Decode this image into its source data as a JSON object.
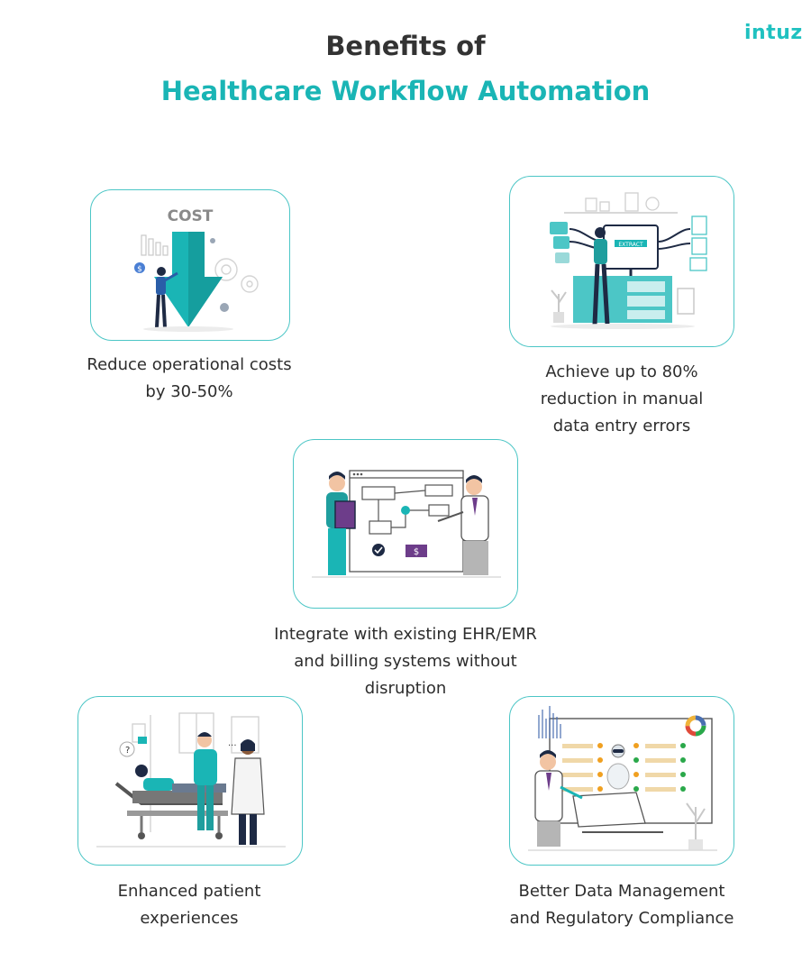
{
  "brand": {
    "logo_text": "intuz"
  },
  "header": {
    "line1": "Benefits of",
    "line2": "Healthcare Workflow Automation"
  },
  "benefits": [
    {
      "illustration": {
        "label": "COST",
        "currency_symbol": "$"
      },
      "caption_lines": [
        "Reduce operational costs",
        "by 30-50%"
      ]
    },
    {
      "illustration": {
        "screen_label": "EXTRACT"
      },
      "caption_lines": [
        "Achieve up to 80%",
        "reduction in manual",
        "data entry errors"
      ]
    },
    {
      "illustration": {
        "currency_symbol": "$"
      },
      "caption_lines": [
        "Integrate with existing EHR/EMR",
        "and billing systems without",
        "disruption"
      ]
    },
    {
      "illustration": {
        "bubble_a": "?",
        "bubble_b": "..."
      },
      "caption_lines": [
        "Enhanced patient",
        "experiences"
      ]
    },
    {
      "illustration": {},
      "caption_lines": [
        "Better Data Management",
        "and Regulatory Compliance"
      ]
    }
  ],
  "colors": {
    "accent": "#1ab5b5",
    "card_border": "#4cc6c6",
    "dark_teal": "#1f9e9e",
    "purple": "#6d3d8a",
    "navy": "#1e2a44",
    "heading": "#333333"
  }
}
